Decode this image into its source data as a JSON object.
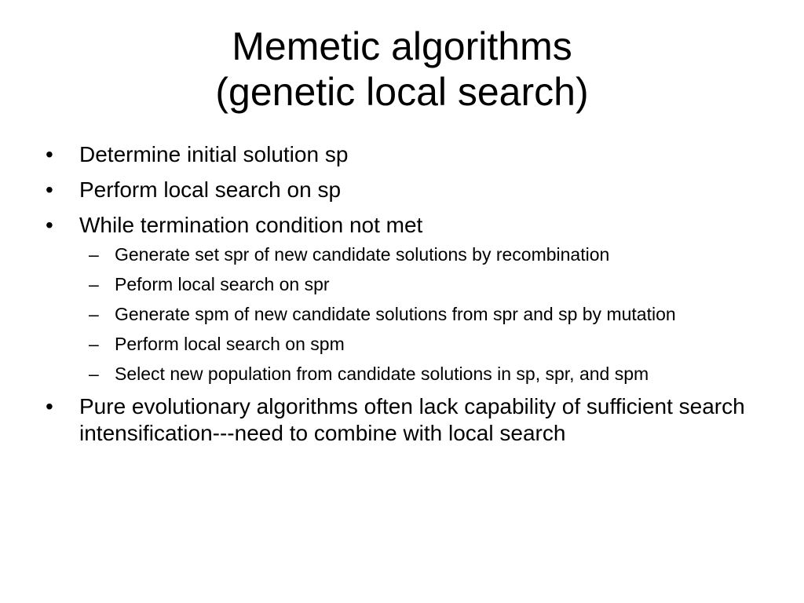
{
  "slide": {
    "title_line1": "Memetic algorithms",
    "title_line2": "(genetic local search)",
    "bullet_glyph": "•",
    "dash_glyph": "–",
    "items": [
      "Determine initial solution sp",
      "Perform local search on sp",
      "While termination condition not met"
    ],
    "subitems": [
      "Generate set spr of new candidate solutions by recombination",
      "Peform local search on spr",
      "Generate spm of new candidate solutions from spr and sp by mutation",
      "Perform local search on spm",
      "Select new population from candidate solutions in sp, spr, and spm"
    ],
    "final_item": "Pure evolutionary algorithms often lack capability of sufficient search intensification---need to combine with local search"
  }
}
